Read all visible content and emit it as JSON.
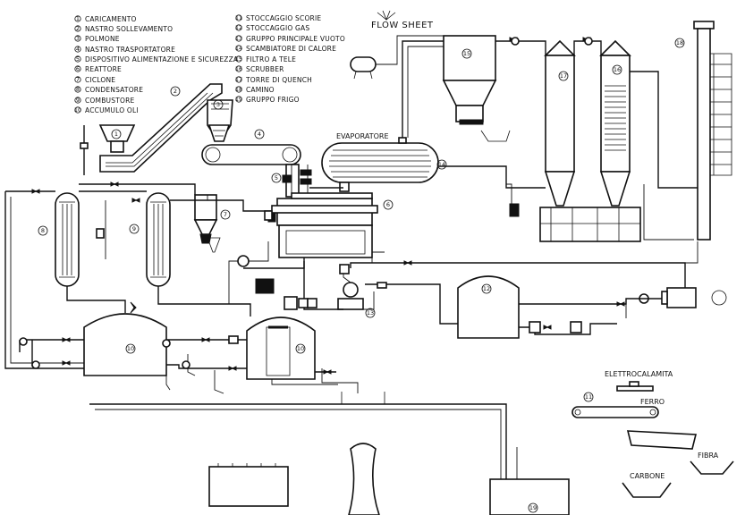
{
  "title": "FLOW SHEET",
  "legend_left": [
    {
      "n": "1",
      "text": "CARICAMENTO"
    },
    {
      "n": "2",
      "text": "NASTRO SOLLEVAMENTO"
    },
    {
      "n": "3",
      "text": "POLMONE"
    },
    {
      "n": "4",
      "text": "NASTRO TRASPORTATORE"
    },
    {
      "n": "5",
      "text": "DISPOSITIVO ALIMENTAZIONE E SICUREZZA"
    },
    {
      "n": "6",
      "text": "REATTORE"
    },
    {
      "n": "7",
      "text": "CICLONE"
    },
    {
      "n": "8",
      "text": "CONDENSATORE"
    },
    {
      "n": "9",
      "text": "COMBUSTORE"
    },
    {
      "n": "10",
      "text": "ACCUMULO OLI"
    }
  ],
  "legend_right": [
    {
      "n": "11",
      "text": "STOCCAGGIO SCORIE"
    },
    {
      "n": "12",
      "text": "STOCCAGGIO GAS"
    },
    {
      "n": "13",
      "text": "GRUPPO PRINCIPALE VUOTO"
    },
    {
      "n": "14",
      "text": "SCAMBIATORE DI CALORE"
    },
    {
      "n": "15",
      "text": "FILTRO A TELE"
    },
    {
      "n": "16",
      "text": "SCRUBBER"
    },
    {
      "n": "17",
      "text": "TORRE DI QUENCH"
    },
    {
      "n": "18",
      "text": "CAMINO"
    },
    {
      "n": "19",
      "text": "GRUPPO FRIGO"
    }
  ],
  "labels": {
    "evaporatore": "EVAPORATORE",
    "elettrocalamita": "ELETTROCALAMITA",
    "ferro": "FERRO",
    "fibra": "FIBRA",
    "carbone": "CARBONE"
  },
  "tags": {
    "t1": "1",
    "t2": "2",
    "t3": "3",
    "t4": "4",
    "t5": "5",
    "t6": "6",
    "t7": "7",
    "t8": "8",
    "t9": "9",
    "t10a": "10",
    "t10b": "10",
    "t11": "11",
    "t12": "12",
    "t13": "13",
    "t14": "14",
    "t15": "15",
    "t16": "16",
    "t17": "17",
    "t18": "18",
    "t19": "19"
  }
}
